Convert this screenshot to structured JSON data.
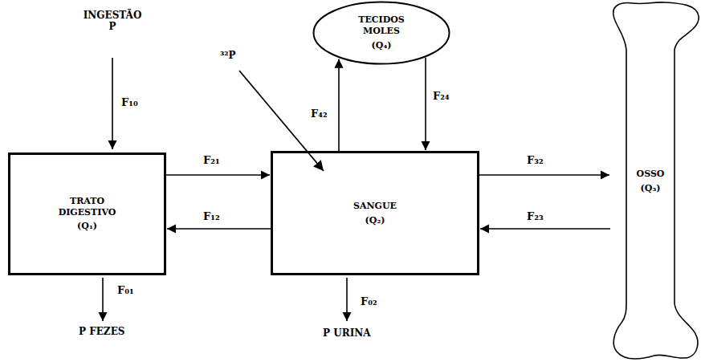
{
  "diagram": {
    "nodes": [
      {
        "text": [
          "TRATO DIGESTIVO",
          "(Q₁)"
        ]
      },
      {
        "text": [
          "SANGUE",
          "(Q₂)"
        ]
      },
      {
        "text": [
          "TECIDOS MOLES",
          "(Q₄)"
        ]
      },
      {
        "text": [
          "OSSO",
          "(Q₃)"
        ]
      }
    ],
    "edges": [
      {
        "from": 0,
        "to": 1,
        "label": "F₂₁",
        "arrow": "to"
      },
      {
        "from": 1,
        "to": 0,
        "label": "F₁₂",
        "arrow": "to"
      },
      {
        "from": 1,
        "to": 2,
        "label": "F₄₂",
        "arrow": "to"
      },
      {
        "from": 2,
        "to": 1,
        "label": "F₂₄",
        "arrow": "to"
      },
      {
        "from": 1,
        "to": 3,
        "label": "F₃₂",
        "arrow": "to"
      },
      {
        "from": 3,
        "to": 1,
        "label": "F₂₃",
        "arrow": "to"
      }
    ],
    "labels": [
      "INGESTÃO P",
      "F₁₀",
      "³²P",
      "F₀₁",
      "P FEZES",
      "F₀₂",
      "P URINA"
    ]
  }
}
